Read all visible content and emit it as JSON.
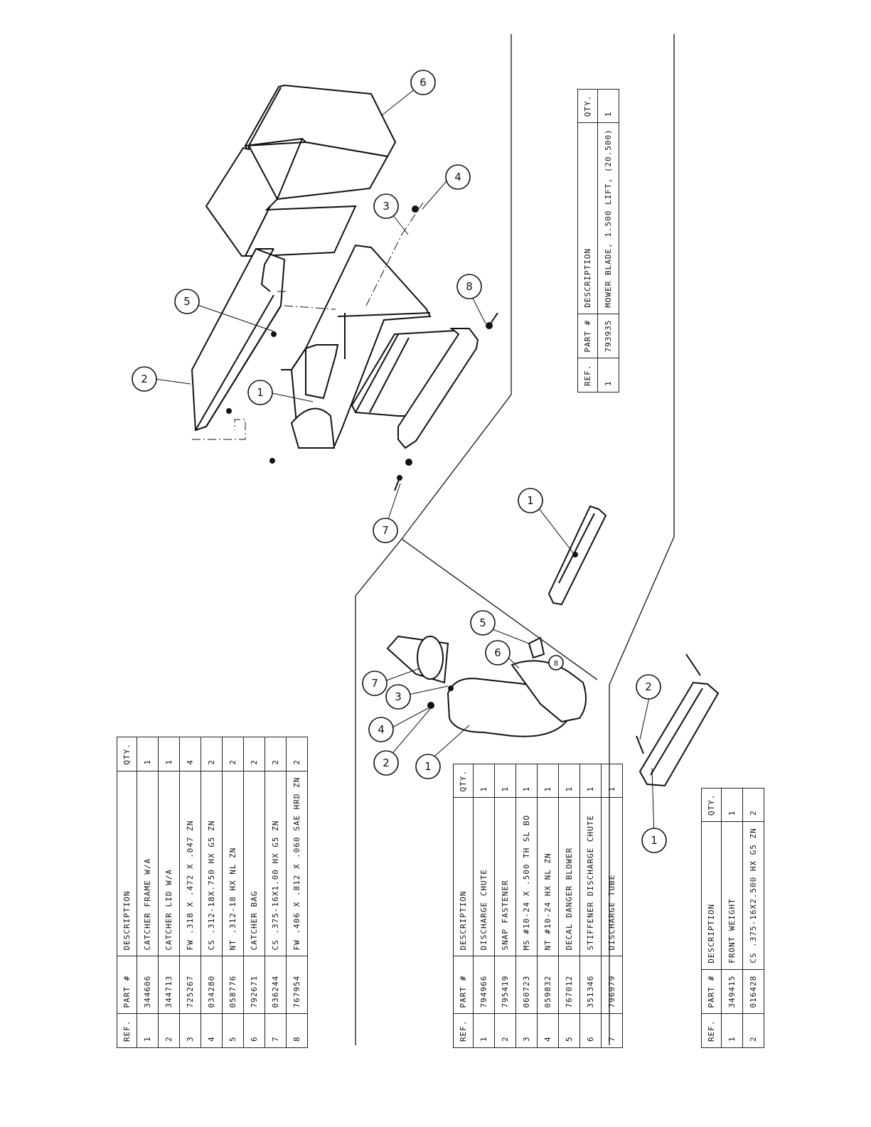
{
  "tables": {
    "catcher": {
      "headers": {
        "ref": "REF.",
        "part": "PART #",
        "desc": "DESCRIPTION",
        "qty": "QTY."
      },
      "rows": [
        {
          "ref": "1",
          "part": "344606",
          "desc": "CATCHER FRAME W/A",
          "qty": "1"
        },
        {
          "ref": "2",
          "part": "344713",
          "desc": "CATCHER LID W/A",
          "qty": "1"
        },
        {
          "ref": "3",
          "part": "725267",
          "desc": "FW .318 X .472 X .047 ZN",
          "qty": "4"
        },
        {
          "ref": "4",
          "part": "034280",
          "desc": "CS .312-18X.750 HX G5 ZN",
          "qty": "2"
        },
        {
          "ref": "5",
          "part": "058776",
          "desc": "NT .312-18 HX NL ZN",
          "qty": "2"
        },
        {
          "ref": "6",
          "part": "792671",
          "desc": "CATCHER BAG",
          "qty": "2"
        },
        {
          "ref": "7",
          "part": "036244",
          "desc": "CS .375-16X1.00 HX G5 ZN",
          "qty": "2"
        },
        {
          "ref": "8",
          "part": "767954",
          "desc": "FW .406 X .812 X .060 SAE HRD ZN",
          "qty": "2"
        }
      ]
    },
    "chute": {
      "headers": {
        "ref": "REF.",
        "part": "PART #",
        "desc": "DESCRIPTION",
        "qty": "QTY."
      },
      "rows": [
        {
          "ref": "1",
          "part": "794966",
          "desc": "DISCHARGE CHUTE",
          "qty": "1"
        },
        {
          "ref": "2",
          "part": "795419",
          "desc": "SNAP FASTENER",
          "qty": "1"
        },
        {
          "ref": "3",
          "part": "060723",
          "desc": "MS #10-24 X .500 TH SL BO",
          "qty": "1"
        },
        {
          "ref": "4",
          "part": "059832",
          "desc": "NT #10-24 HX NL ZN",
          "qty": "1"
        },
        {
          "ref": "5",
          "part": "767012",
          "desc": "DECAL DANGER BLOWER",
          "qty": "1"
        },
        {
          "ref": "6",
          "part": "351346",
          "desc": "STIFFENER DISCHARGE CHUTE",
          "qty": "1"
        },
        {
          "ref": "7",
          "part": "796979",
          "desc": "DISCHARGE TUBE",
          "qty": "1"
        }
      ]
    },
    "weight": {
      "headers": {
        "ref": "REF.",
        "part": "PART #",
        "desc": "DESCRIPTION",
        "qty": "QTY."
      },
      "rows": [
        {
          "ref": "1",
          "part": "349415",
          "desc": "FRONT WEIGHT",
          "qty": "1"
        },
        {
          "ref": "2",
          "part": "016428",
          "desc": "CS .375-16X2.500 HX G5 ZN",
          "qty": "2"
        }
      ]
    },
    "blade": {
      "headers": {
        "ref": "REF.",
        "part": "PART #",
        "desc": "DESCRIPTION",
        "qty": "QTY."
      },
      "rows": [
        {
          "ref": "1",
          "part": "793935",
          "desc": "MOWER BLADE, 1.500 LIFT, (20.500)",
          "qty": "1"
        }
      ]
    }
  },
  "callouts": {
    "catcher": [
      "6",
      "4",
      "3",
      "5",
      "2",
      "1",
      "8",
      "7"
    ],
    "chute": [
      "7",
      "3",
      "4",
      "2",
      "1",
      "5",
      "6",
      "8"
    ],
    "blade": [
      "1"
    ],
    "weight": [
      "2",
      "1"
    ]
  }
}
